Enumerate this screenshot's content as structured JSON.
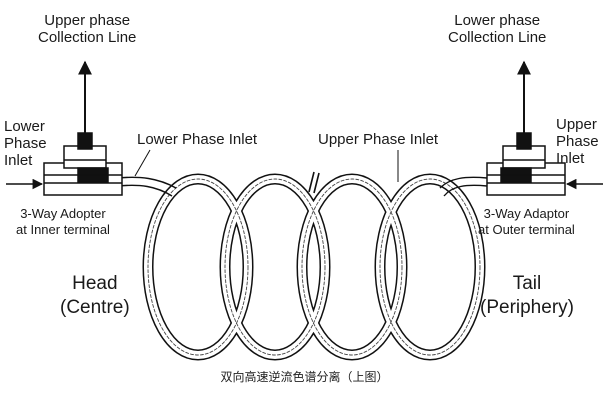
{
  "labels": {
    "upper_collection": "Upper phase\nCollection Line",
    "lower_collection": "Lower phase\nCollection Line",
    "lower_inlet_side": "Lower\nPhase\nInlet",
    "upper_inlet_side": "Upper\nPhase\nInlet",
    "lower_phase_inlet": "Lower Phase Inlet",
    "upper_phase_inlet": "Upper Phase Inlet",
    "adapter_inner": "3-Way Adopter\nat Inner terminal",
    "adaptor_outer": "3-Way Adaptor\nat Outer terminal",
    "head": "Head\n(Centre)",
    "tail": "Tail\n(Periphery)"
  },
  "caption": "双向高速逆流色谱分离（上图）"
}
